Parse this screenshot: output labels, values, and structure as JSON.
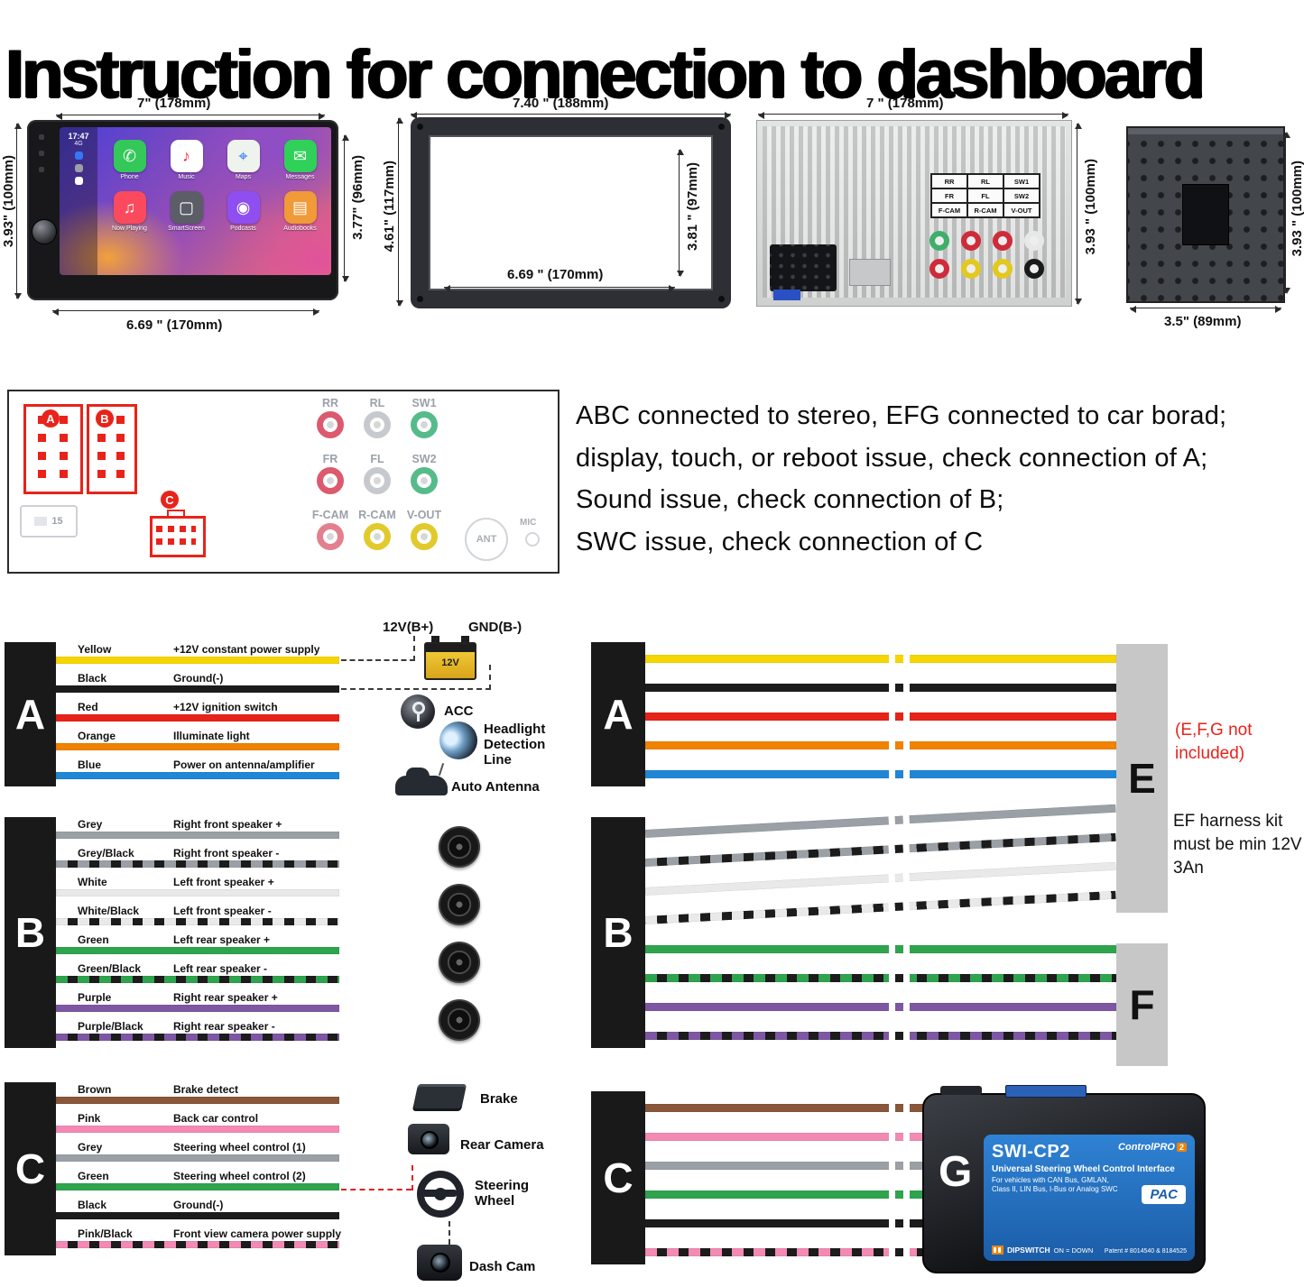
{
  "title": "Instruction for connection to dashboard",
  "figures": {
    "stereo": {
      "dim_top": "7\" (178mm)",
      "dim_left": "3.93\" (100mm)",
      "dim_right": "3.77\" (96mm)",
      "dim_bottom": "6.69 \" (170mm)",
      "time": "17:47",
      "network": "4G",
      "apps": [
        {
          "label": "Phone",
          "glyph": "✆",
          "bg": "#34c759",
          "fg": "#ffffff"
        },
        {
          "label": "Music",
          "glyph": "♪",
          "bg": "#ffffff",
          "fg": "#fa2d48"
        },
        {
          "label": "Maps",
          "glyph": "⌖",
          "bg": "#eef3ee",
          "fg": "#3478f6"
        },
        {
          "label": "Messages",
          "glyph": "✉",
          "bg": "#30d158",
          "fg": "#ffffff"
        },
        {
          "label": "Now Playing",
          "glyph": "♫",
          "bg": "#fb4a5d",
          "fg": "#ffffff"
        },
        {
          "label": "SmartScreen",
          "glyph": "▢",
          "bg": "#5b5e66",
          "fg": "#ffffff"
        },
        {
          "label": "Podcasts",
          "glyph": "◉",
          "bg": "#8e4ef0",
          "fg": "#ffffff"
        },
        {
          "label": "Audiobooks",
          "glyph": "▤",
          "bg": "#f09a38",
          "fg": "#ffffff"
        }
      ]
    },
    "frame": {
      "dim_top": "7.40 \" (188mm)",
      "dim_left": "4.61\" (117mm)",
      "dim_right_inner": "3.81 \" (97mm)",
      "dim_bottom_inner": "6.69 \" (170mm)"
    },
    "rear": {
      "dim_top": "7 \" (178mm)",
      "dim_right": "3.93 \" (100mm)",
      "port_table": [
        [
          "RR",
          "RL",
          "SW1"
        ],
        [
          "FR",
          "FL",
          "SW2"
        ],
        [
          "F-CAM",
          "R-CAM",
          "V-OUT"
        ]
      ],
      "rca_colors": [
        {
          "ring": "#3fae6a"
        },
        {
          "ring": "#cf2b3a"
        },
        {
          "ring": "#cf2b3a"
        },
        {
          "ring": "#e8e8e8"
        },
        {
          "ring": "#cf2b3a"
        },
        {
          "ring": "#e3c81f"
        },
        {
          "ring": "#e3c81f"
        },
        {
          "ring": "#1a1a1a"
        }
      ]
    },
    "side": {
      "dim_right": "3.93 \" (100mm)",
      "dim_bottom": "3.5\" (89mm)"
    }
  },
  "panel": {
    "tags": {
      "a": "A",
      "b": "B",
      "c": "C"
    },
    "iso_label": "15",
    "rca_ports": [
      {
        "label": "RR",
        "ring": "#dc5a6e"
      },
      {
        "label": "RL",
        "ring": "#c6c9cd"
      },
      {
        "label": "SW1",
        "ring": "#56bb8a"
      },
      {
        "label": "FR",
        "ring": "#dc5a6e"
      },
      {
        "label": "FL",
        "ring": "#c6c9cd"
      },
      {
        "label": "SW2",
        "ring": "#56bb8a"
      },
      {
        "label": "F-CAM",
        "ring": "#e3808f"
      },
      {
        "label": "R-CAM",
        "ring": "#e2ca2d"
      },
      {
        "label": "V-OUT",
        "ring": "#e2ca2d"
      }
    ],
    "ant_label": "ANT",
    "mic_label": "MIC"
  },
  "instructions": [
    {
      "line": "ABC connected to stereo, EFG connected to car borad;"
    },
    {
      "line": "display, touch, or reboot issue, check connection of A;"
    },
    {
      "line": "Sound issue, check connection of B;"
    },
    {
      "line": "SWC issue, check connection of C"
    }
  ],
  "power": {
    "b_plus": "12V(B+)",
    "b_minus": "GND(B-)",
    "battery": "12V"
  },
  "connectors": {
    "a": {
      "letter": "A",
      "wires": [
        {
          "name": "Yellow",
          "desc": "+12V constant power supply",
          "hex": "#f6d600"
        },
        {
          "name": "Black",
          "desc": "Ground(-)",
          "hex": "#1c1c1c"
        },
        {
          "name": "Red",
          "desc": "+12V ignition switch",
          "hex": "#e62319"
        },
        {
          "name": "Orange",
          "desc": "Illuminate light",
          "hex": "#f08200"
        },
        {
          "name": "Blue",
          "desc": "Power on antenna/amplifier",
          "hex": "#1f87d6"
        }
      ]
    },
    "b": {
      "letter": "B",
      "wires": [
        {
          "name": "Grey",
          "desc": "Right front speaker +",
          "hex": "#9aa0a6"
        },
        {
          "name": "Grey/Black",
          "desc": "Right front speaker -",
          "hex": "#9aa0a6",
          "hex2": "#1c1c1c"
        },
        {
          "name": "White",
          "desc": "Left front speaker +",
          "hex": "#e9e9e9"
        },
        {
          "name": "White/Black",
          "desc": "Left front speaker -",
          "hex": "#e9e9e9",
          "hex2": "#1c1c1c"
        },
        {
          "name": "Green",
          "desc": "Left rear speaker +",
          "hex": "#2fa44f"
        },
        {
          "name": "Green/Black",
          "desc": "Left rear speaker -",
          "hex": "#2fa44f",
          "hex2": "#1c1c1c"
        },
        {
          "name": "Purple",
          "desc": "Right rear speaker +",
          "hex": "#7e57a4"
        },
        {
          "name": "Purple/Black",
          "desc": "Right rear speaker -",
          "hex": "#7e57a4",
          "hex2": "#1c1c1c"
        }
      ]
    },
    "c": {
      "letter": "C",
      "wires": [
        {
          "name": "Brown",
          "desc": "Brake detect",
          "hex": "#8a573a"
        },
        {
          "name": "Pink",
          "desc": "Back car control",
          "hex": "#f28ab4"
        },
        {
          "name": "Grey",
          "desc": "Steering wheel control (1)",
          "hex": "#9aa0a6"
        },
        {
          "name": "Green",
          "desc": "Steering wheel control (2)",
          "hex": "#2fa44f"
        },
        {
          "name": "Black",
          "desc": "Ground(-)",
          "hex": "#1c1c1c"
        },
        {
          "name": "Pink/Black",
          "desc": "Front view camera power supply",
          "hex": "#f28ab4",
          "hex2": "#1c1c1c"
        }
      ]
    }
  },
  "accessories": {
    "acc": "ACC",
    "headlight": "Headlight Detection Line",
    "antenna": "Auto Antenna",
    "brake": "Brake",
    "rear_camera": "Rear Camera",
    "steering": "Steering Wheel",
    "dash_cam": "Dash Cam"
  },
  "harness": {
    "letters": {
      "a": "A",
      "b": "B",
      "c": "C",
      "e": "E",
      "f": "F",
      "g": "G"
    },
    "note_red": "(E,F,G not included)",
    "note_black": "EF harness kit must be min 12V 3An",
    "device": {
      "model": "SWI-CP2",
      "brand": "ControlPRO",
      "brand_badge": "2",
      "name": "Universal Steering Wheel Control Interface",
      "compat": "For vehicles with CAN Bus, GMLAN, Class II, LIN Bus, I-Bus or Analog SWC",
      "logo": "PAC",
      "dip_label": "DIPSWITCH",
      "dip_sub": "ON = DOWN",
      "patent": "Patent # 8014540 & 8184525"
    }
  }
}
